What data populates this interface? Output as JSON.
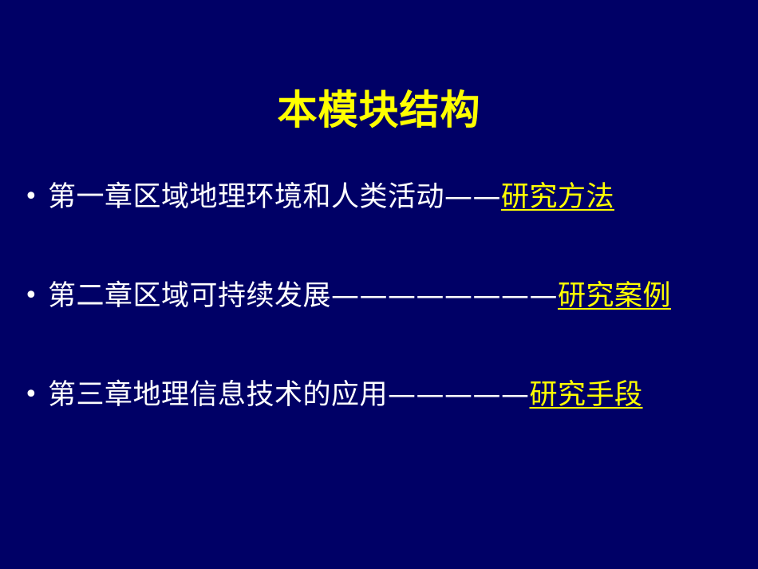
{
  "slide": {
    "title": "本模块结构",
    "bullet_symbol": "•",
    "items": [
      {
        "text": "第一章区域地理环境和人类活动——",
        "link": "研究方法"
      },
      {
        "text": "第二章区域可持续发展————————",
        "link": "研究案例"
      },
      {
        "text": "第三章地理信息技术的应用—————",
        "link": "研究手段"
      }
    ],
    "colors": {
      "background": "#000066",
      "title": "#ffff00",
      "text": "#ffffff",
      "link": "#ffff00"
    }
  }
}
